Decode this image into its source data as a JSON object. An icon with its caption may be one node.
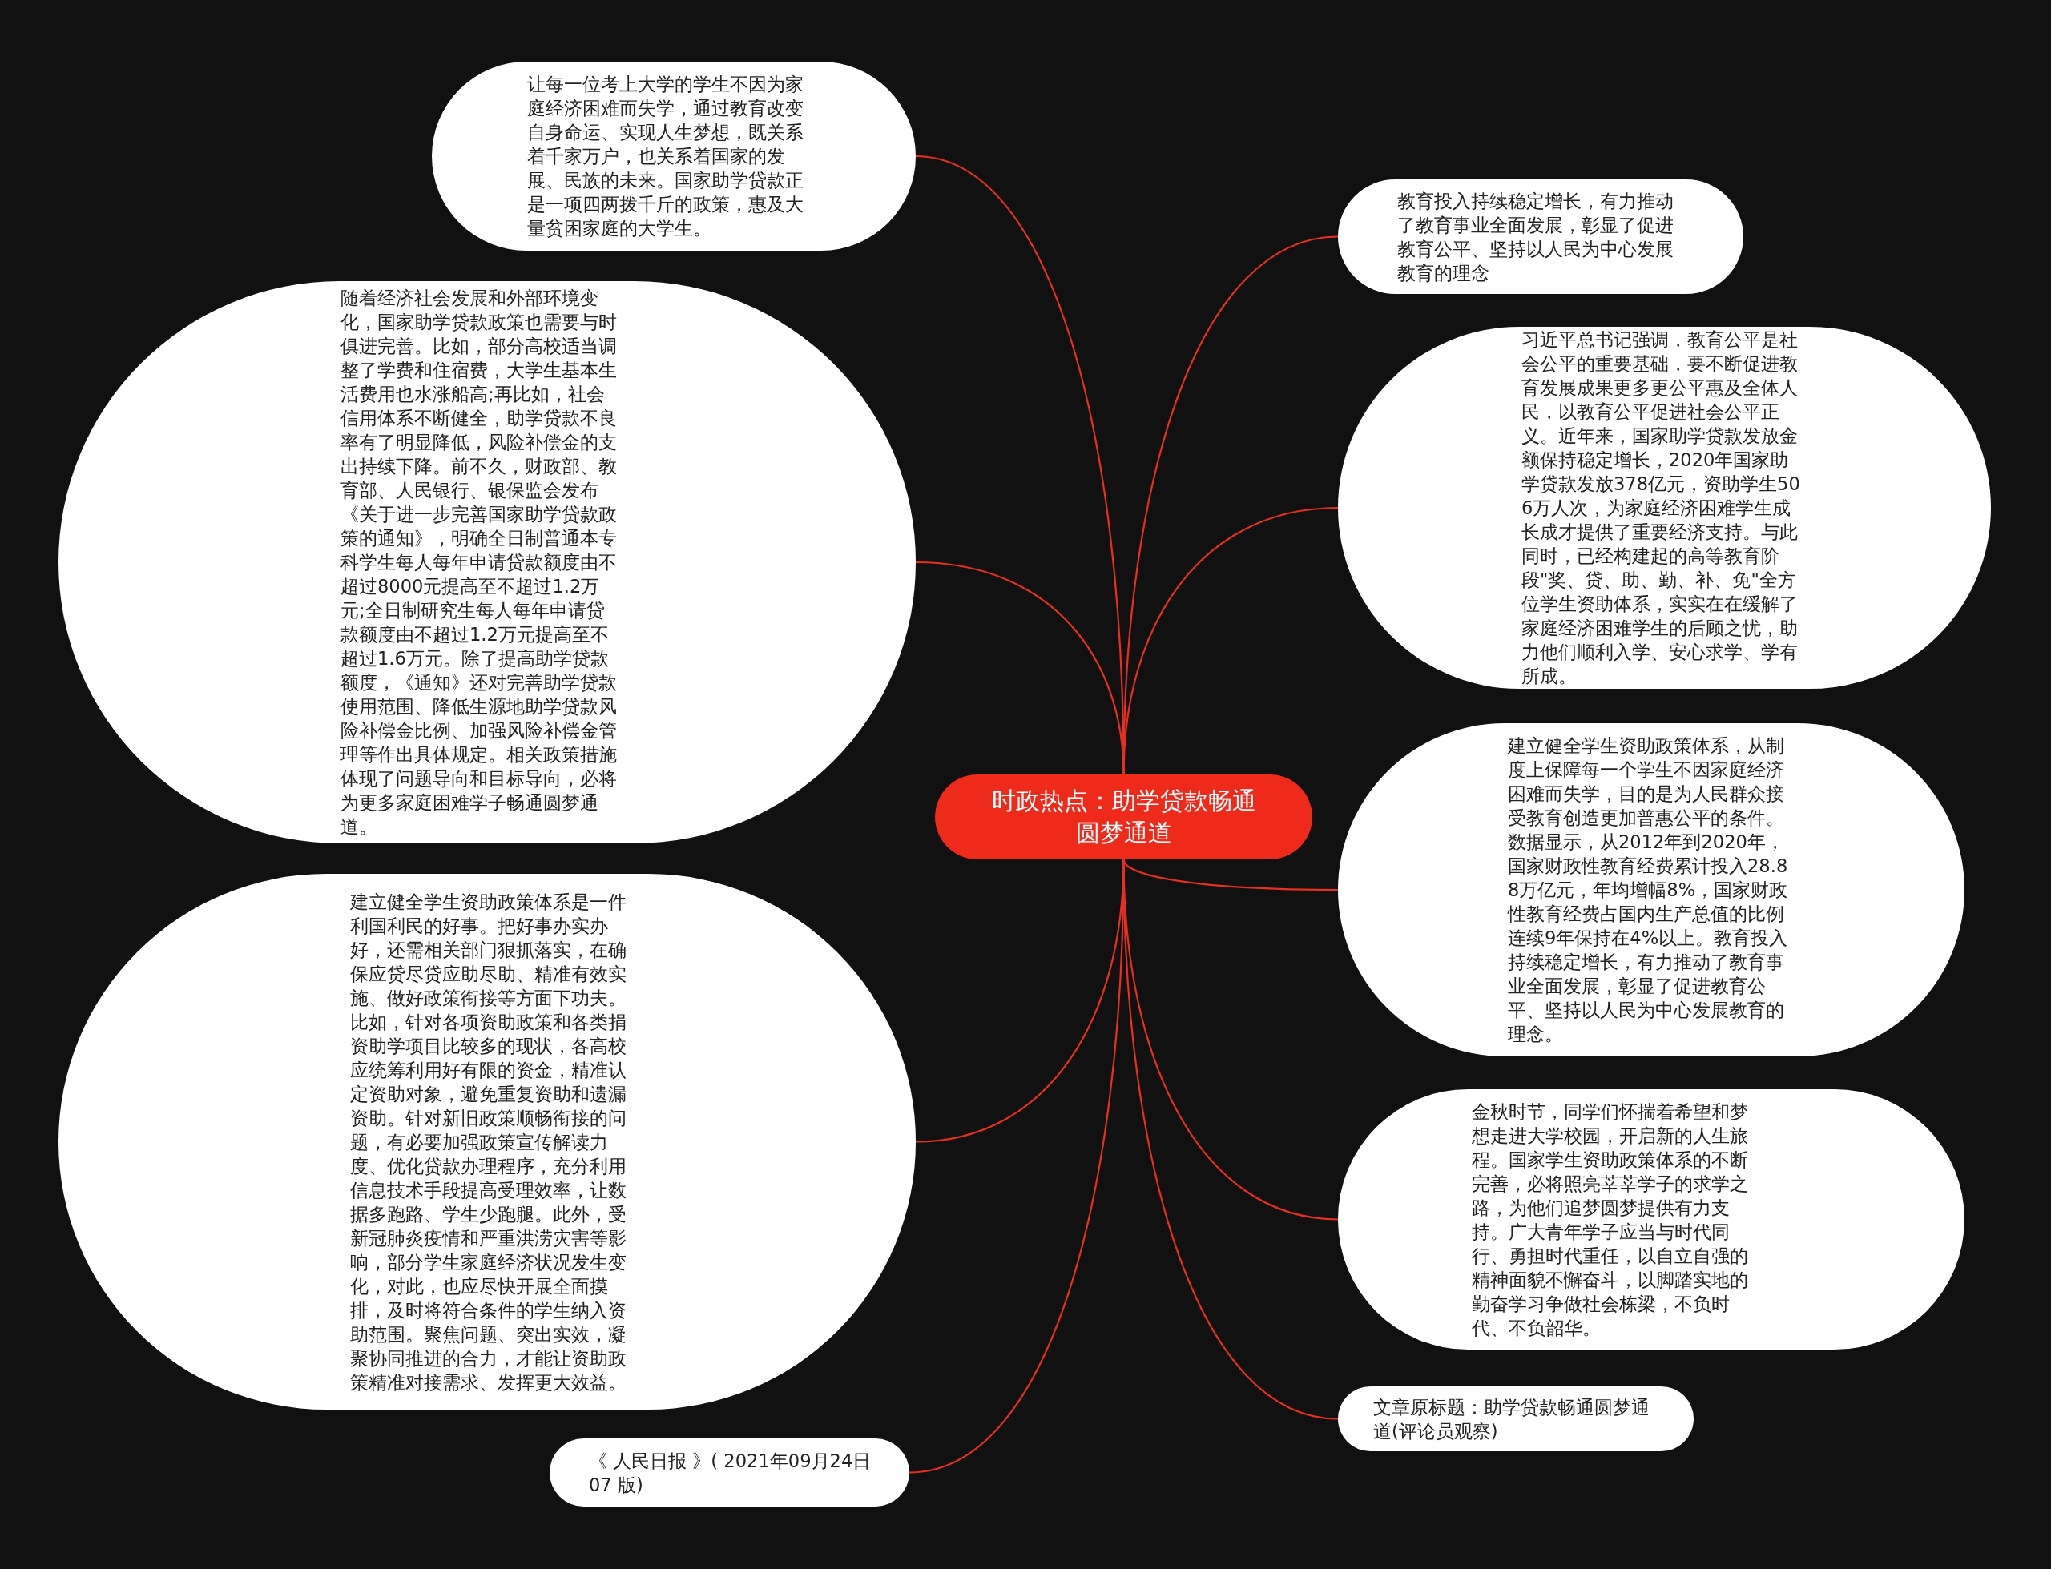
{
  "diagram": {
    "nodes": [
      {
        "text": [
          "时政热点：助学贷款畅通圆梦通道"
        ]
      },
      {
        "text": [
          "让每一位考上大学的学生不因为家庭经济困难而失学，通过教育改变自身命运、实现人生梦想，既关系着千家万户，也关系着国家的发展、民族的未来。国家助学贷款正是一项四两拨千斤的政策，惠及大量贫困家庭的大学生。"
        ]
      },
      {
        "text": [
          "随着经济社会发展和外部环境变化，国家助学贷款政策也需要与时俱进完善。比如，部分高校适当调整了学费和住宿费，大学生基本生活费用也水涨船高;再比如，社会信用体系不断健全，助学贷款不良率有了明显降低，风险补偿金的支出持续下降。前不久，财政部、教育部、人民银行、银保监会发布《关于进一步完善国家助学贷款政策的通知》，明确全日制普通本专科学生每人每年申请贷款额度由不超过8000元提高至不超过1.2万元;全日制研究生每人每年申请贷款额度由不超过1.2万元提高至不超过1.6万元。除了提高助学贷款额度，《通知》还对完善助学贷款使用范围、降低生源地助学贷款风险补偿金比例、加强风险补偿金管理等作出具体规定。相关政策措施体现了问题导向和目标导向，必将为更多家庭困难学子畅通圆梦通道。"
        ]
      },
      {
        "text": [
          "建立健全学生资助政策体系是一件利国利民的好事。把好事办实办好，还需相关部门狠抓落实，在确保应贷尽贷应助尽助、精准有效实施、做好政策衔接等方面下功夫。比如，针对各项资助政策和各类捐资助学项目比较多的现状，各高校应统筹利用好有限的资金，精准认定资助对象，避免重复资助和遗漏资助。针对新旧政策顺畅衔接的问题，有必要加强政策宣传解读力度、优化贷款办理程序，充分利用信息技术手段提高受理效率，让数据多跑路、学生少跑腿。此外，受新冠肺炎疫情和严重洪涝灾害等影响，部分学生家庭经济状况发生变化，对此，也应尽快开展全面摸排，及时将符合条件的学生纳入资助范围。聚焦问题、突出实效，凝聚协同推进的合力，才能让资助政策精准对接需求、发挥更大效益。"
        ]
      },
      {
        "text": [
          "《 人民日报 》( 2021年09月24日 07 版)"
        ]
      },
      {
        "text": [
          "教育投入持续稳定增长，有力推动了教育事业全面发展，彰显了促进教育公平、坚持以人民为中心发展教育的理念"
        ]
      },
      {
        "text": [
          "习近平总书记强调，教育公平是社会公平的重要基础，要不断促进教育发展成果更多更公平惠及全体人民，以教育公平促进社会公平正义。近年来，国家助学贷款发放金额保持稳定增长，2020年国家助学贷款发放378亿元，资助学生506万人次，为家庭经济困难学生成长成才提供了重要经济支持。与此同时，已经构建起的高等教育阶段\"奖、贷、助、勤、补、免\"全方位学生资助体系，实实在在缓解了家庭经济困难学生的后顾之忧，助力他们顺利入学、安心求学、学有所成。"
        ]
      },
      {
        "text": [
          "建立健全学生资助政策体系，从制度上保障每一个学生不因家庭经济困难而失学，目的是为人民群众接受教育创造更加普惠公平的条件。数据显示，从2012年到2020年，国家财政性教育经费累计投入28.88万亿元，年均增幅8%，国家财政性教育经费占国内生产总值的比例连续9年保持在4%以上。教育投入持续稳定增长，有力推动了教育事业全面发展，彰显了促进教育公平、坚持以人民为中心发展教育的理念。"
        ]
      },
      {
        "text": [
          "金秋时节，同学们怀揣着希望和梦想走进大学校园，开启新的人生旅程。国家学生资助政策体系的不断完善，必将照亮莘莘学子的求学之路，为他们追梦圆梦提供有力支持。广大青年学子应当与时代同行、勇担时代重任，以自立自强的精神面貌不懈奋斗，以脚踏实地的勤奋学习争做社会栋梁，不负时代、不负韶华。"
        ]
      },
      {
        "text": [
          "文章原标题：助学贷款畅通圆梦通道(评论员观察)"
        ]
      }
    ],
    "edges": [
      {
        "from": 0,
        "to": 1,
        "arrow": "none"
      },
      {
        "from": 0,
        "to": 2,
        "arrow": "none"
      },
      {
        "from": 0,
        "to": 3,
        "arrow": "none"
      },
      {
        "from": 0,
        "to": 4,
        "arrow": "none"
      },
      {
        "from": 0,
        "to": 5,
        "arrow": "none"
      },
      {
        "from": 0,
        "to": 6,
        "arrow": "none"
      },
      {
        "from": 0,
        "to": 7,
        "arrow": "none"
      },
      {
        "from": 0,
        "to": 8,
        "arrow": "none"
      },
      {
        "from": 0,
        "to": 9,
        "arrow": "none"
      }
    ]
  }
}
